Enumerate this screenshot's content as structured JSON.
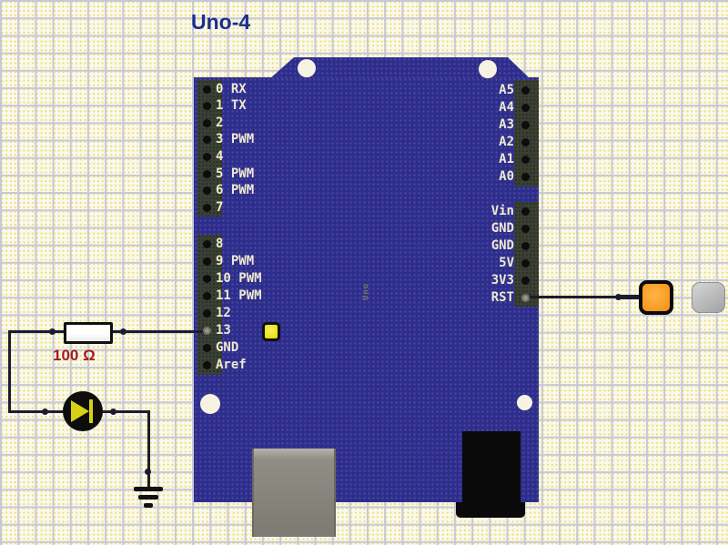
{
  "title": {
    "text": "Uno-4"
  },
  "colors": {
    "canvas_grid_line": "#c6c8da",
    "canvas_background": "#fbf8ec",
    "board": "#2b2e8c",
    "title_text": "#1c2f8e",
    "resistor_label_text": "#a11d1d",
    "wire": "#1c1c30",
    "push_button": "#f68e12",
    "led_lit": "#d8d014",
    "onboard_led": "#e4da00"
  },
  "board": {
    "silkscreen": "Uno",
    "pins_left_top": [
      "0 RX",
      "1 TX",
      "2",
      "3 PWM",
      "4",
      "5 PWM",
      "6 PWM",
      "7"
    ],
    "pins_left_bottom": [
      "8",
      "9 PWM",
      "10 PWM",
      "11 PWM",
      "12",
      "13",
      "GND",
      "Aref"
    ],
    "pins_right_analog": [
      "A5",
      "A4",
      "A3",
      "A2",
      "A1",
      "A0"
    ],
    "pins_right_power": [
      "Vin",
      "GND",
      "GND",
      "5V",
      "3V3",
      "RST"
    ]
  },
  "components": {
    "resistor": {
      "value_label": "100 Ω"
    },
    "led": {
      "state": "lit"
    },
    "push_button": {
      "connected_pin": "RST"
    },
    "ground": {
      "connected_to": "led-cathode"
    }
  }
}
